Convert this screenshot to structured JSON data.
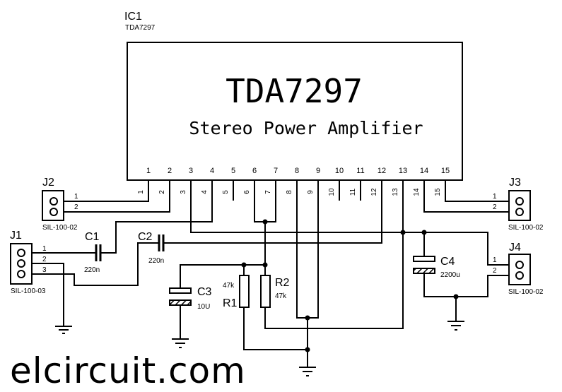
{
  "ic": {
    "ref": "IC1",
    "part": "TDA7297",
    "title": "TDA7297",
    "subtitle": "Stereo Power Amplifier",
    "pins": [
      "1",
      "2",
      "3",
      "4",
      "5",
      "6",
      "7",
      "8",
      "9",
      "10",
      "11",
      "12",
      "13",
      "14",
      "15"
    ]
  },
  "connectors": {
    "j1": {
      "ref": "J1",
      "type": "SIL-100-03",
      "pins": [
        "1",
        "2",
        "3"
      ]
    },
    "j2": {
      "ref": "J2",
      "type": "SIL-100-02",
      "pins": [
        "1",
        "2"
      ]
    },
    "j3": {
      "ref": "J3",
      "type": "SIL-100-02",
      "pins": [
        "1",
        "2"
      ]
    },
    "j4": {
      "ref": "J4",
      "type": "SIL-100-02",
      "pins": [
        "1",
        "2"
      ]
    }
  },
  "components": {
    "c1": {
      "ref": "C1",
      "value": "220n"
    },
    "c2": {
      "ref": "C2",
      "value": "220n"
    },
    "c3": {
      "ref": "C3",
      "value": "10U"
    },
    "c4": {
      "ref": "C4",
      "value": "2200u"
    },
    "r1": {
      "ref": "R1",
      "value": "47k"
    },
    "r2": {
      "ref": "R2",
      "value": "47k"
    }
  },
  "watermark": "elcircuit.com"
}
